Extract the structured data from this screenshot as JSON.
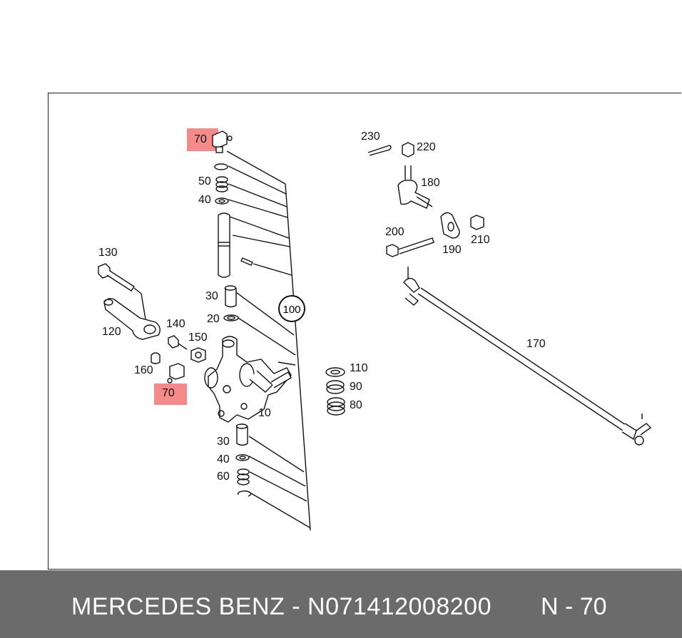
{
  "diagram": {
    "callouts": [
      "70",
      "50",
      "40",
      "30",
      "20",
      "10",
      "30",
      "40",
      "60",
      "130",
      "120",
      "140",
      "150",
      "160",
      "70",
      "110",
      "90",
      "80",
      "230",
      "220",
      "180",
      "200",
      "190",
      "210",
      "170"
    ],
    "group_callout": "100",
    "highlight_color": "#f58a8a"
  },
  "footer": {
    "part_text": "MERCEDES BENZ - N071412008200",
    "position_text": "N - 70",
    "background": "#6b6b6b"
  }
}
